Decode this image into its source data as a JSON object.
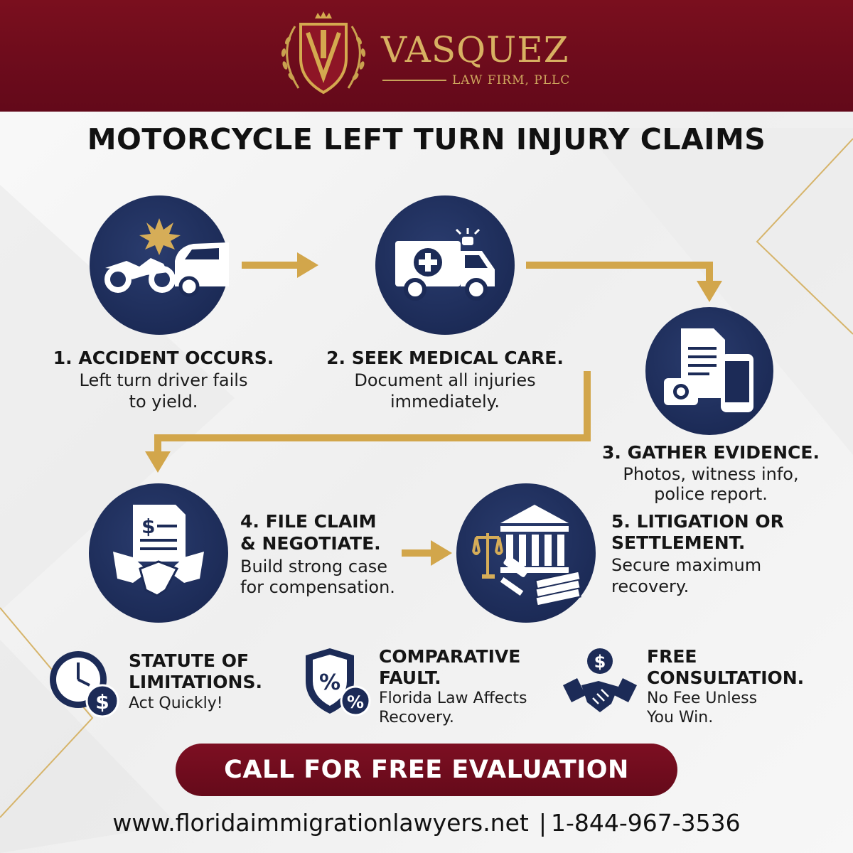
{
  "brand": {
    "name": "VASQUEZ",
    "subtitle": "LAW FIRM, PLLC",
    "emblem_letter": "V",
    "header_color": "#6e0c1c",
    "gold_color": "#d4a94f",
    "navy_color": "#1c2b57"
  },
  "title": "MOTORCYCLE LEFT TURN INJURY CLAIMS",
  "steps": [
    {
      "title": "1. ACCIDENT OCCURS.",
      "desc_lines": [
        "Left turn driver fails",
        "to yield."
      ],
      "icon": "motorcycle-car-collision-icon"
    },
    {
      "title": "2. SEEK MEDICAL CARE.",
      "desc_lines": [
        "Document all injuries",
        "immediately."
      ],
      "icon": "ambulance-icon"
    },
    {
      "title": "3. GATHER EVIDENCE.",
      "desc_lines": [
        "Photos, witness info,",
        "police report."
      ],
      "icon": "documents-camera-phone-icon"
    },
    {
      "title_lines": [
        "4. FILE CLAIM",
        "& NEGOTIATE."
      ],
      "desc_lines": [
        "Build strong case",
        "for compensation."
      ],
      "icon": "document-handshake-icon",
      "icon_symbol": "$"
    },
    {
      "title_lines": [
        "5. LITIGATION OR",
        "SETTLEMENT."
      ],
      "desc_lines": [
        "Secure maximum",
        "recovery."
      ],
      "icon": "courthouse-scales-money-icon"
    }
  ],
  "footer_items": [
    {
      "title_lines": [
        "STATUTE OF",
        "LIMITATIONS."
      ],
      "desc_lines": [
        "Act Quickly!"
      ],
      "icon": "clock-dollar-icon",
      "symbol": "$"
    },
    {
      "title_lines": [
        "COMPARATIVE",
        "FAULT."
      ],
      "desc_lines": [
        "Florida Law Affects",
        "Recovery."
      ],
      "icon": "shield-percent-icon",
      "symbol": "%"
    },
    {
      "title_lines": [
        "FREE",
        "CONSULTATION."
      ],
      "desc_lines": [
        "No Fee Unless",
        "You Win."
      ],
      "icon": "handshake-dollar-icon",
      "symbol": "$"
    }
  ],
  "cta": {
    "label": "CALL FOR FREE EVALUATION"
  },
  "contact": {
    "website": "www.floridaimmigrationlawyers.net",
    "separator": "|",
    "phone": "1-844-967-3536"
  }
}
